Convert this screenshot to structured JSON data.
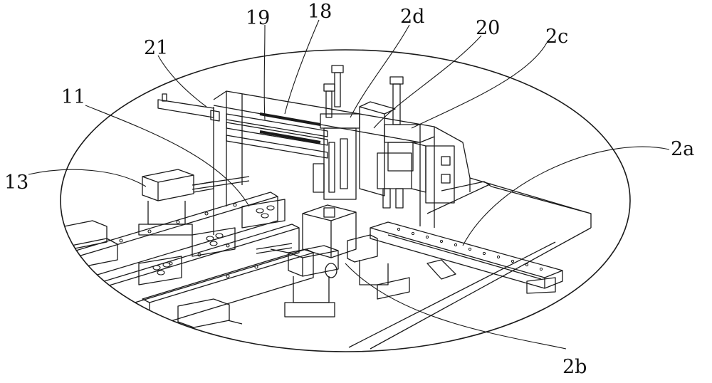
{
  "figure": {
    "labels": [
      {
        "id": "label-21",
        "text": "21"
      },
      {
        "id": "label-19",
        "text": "19"
      },
      {
        "id": "label-18",
        "text": "18"
      },
      {
        "id": "label-2d",
        "text": "2d"
      },
      {
        "id": "label-20",
        "text": "20"
      },
      {
        "id": "label-2c",
        "text": "2c"
      },
      {
        "id": "label-11",
        "text": "11"
      },
      {
        "id": "label-2a",
        "text": "2a"
      },
      {
        "id": "label-13",
        "text": "13"
      },
      {
        "id": "label-2b",
        "text": "2b"
      }
    ]
  },
  "colors": {
    "line": "#1a1a1a",
    "background": "#ffffff"
  }
}
